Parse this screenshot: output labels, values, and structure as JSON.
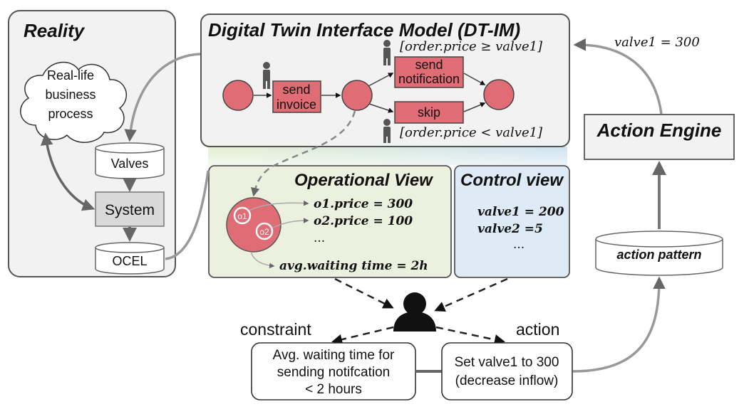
{
  "reality": {
    "title": "Reality",
    "cloud_lines": [
      "Real-life",
      "business",
      "process"
    ],
    "valves": "Valves",
    "system": "System",
    "ocel": "OCEL"
  },
  "dtim": {
    "title": "Digital Twin Interface Model (DT-IM)",
    "send_invoice": [
      "send",
      "invoice"
    ],
    "send_notification": [
      "send",
      "notification"
    ],
    "skip": "skip",
    "guard_top": "[order.price ≥ valve1]",
    "guard_bottom": "[order.price < valve1]"
  },
  "operational_view": {
    "title": "Operational View",
    "token1": "o1",
    "token2": "o2",
    "line1": "o1.price = 300",
    "line2": "o2.price = 100",
    "ellipsis": "...",
    "avg": "avg.waiting time = 2h"
  },
  "control_view": {
    "title": "Control view",
    "line1": "valve1 = 200",
    "line2": "valve2 =5",
    "ellipsis": "..."
  },
  "action_engine": {
    "title": "Action Engine",
    "valve_label": "valve1 = 300",
    "pattern": "action pattern"
  },
  "bottom": {
    "constraint_label": "constraint",
    "action_label": "action",
    "constraint_lines": [
      "Avg. waiting time for",
      "sending notifcation",
      "< 2 hours"
    ],
    "action_lines": [
      "Set valve1 to 300",
      "(decrease inflow)"
    ]
  }
}
